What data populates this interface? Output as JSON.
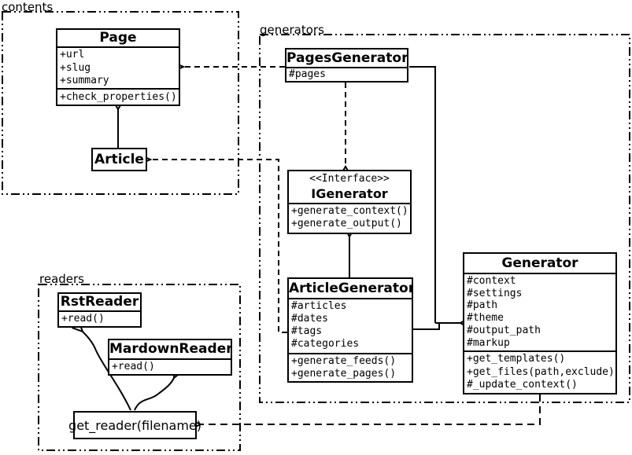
{
  "packages": {
    "contents": {
      "label": "contents"
    },
    "generators": {
      "label": "generators"
    },
    "readers": {
      "label": "readers"
    }
  },
  "classes": {
    "page": {
      "name": "Page",
      "attributes": [
        "+url",
        "+slug",
        "+summary"
      ],
      "methods": [
        "+check_properties()"
      ]
    },
    "article": {
      "name": "Article"
    },
    "pages_generator": {
      "name": "PagesGenerator",
      "attributes": [
        "#pages"
      ]
    },
    "igenerator": {
      "stereotype": "<<Interface>>",
      "name": "IGenerator",
      "methods": [
        "+generate_context()",
        "+generate_output()"
      ]
    },
    "article_generator": {
      "name": "ArticleGenerator",
      "attributes": [
        "#articles",
        "#dates",
        "#tags",
        "#categories"
      ],
      "methods": [
        "+generate_feeds()",
        "+generate_pages()"
      ]
    },
    "generator": {
      "name": "Generator",
      "attributes": [
        "#context",
        "#settings",
        "#path",
        "#theme",
        "#output_path",
        "#markup"
      ],
      "methods": [
        "+get_templates()",
        "+get_files(path,exclude)",
        "#_update_context()"
      ]
    },
    "rst_reader": {
      "name": "RstReader",
      "methods": [
        "+read()"
      ]
    },
    "mardown_reader": {
      "name": "MardownReader",
      "methods": [
        "+read()"
      ]
    },
    "get_reader": {
      "label": "get_reader(filename)"
    }
  },
  "relationships": [
    {
      "from": "Article",
      "to": "Page",
      "type": "inheritance"
    },
    {
      "from": "PagesGenerator",
      "to": "Page",
      "type": "dashed-dependency"
    },
    {
      "from": "PagesGenerator",
      "to": "IGenerator",
      "type": "dashed-realization"
    },
    {
      "from": "ArticleGenerator",
      "to": "IGenerator",
      "type": "inheritance"
    },
    {
      "from": "PagesGenerator",
      "to": "Generator",
      "type": "inheritance"
    },
    {
      "from": "ArticleGenerator",
      "to": "Generator",
      "type": "inheritance"
    },
    {
      "from": "ArticleGenerator",
      "to": "Article",
      "type": "dashed-dependency"
    },
    {
      "from": "Generator",
      "to": "get_reader(filename)",
      "type": "dashed-dependency"
    },
    {
      "from": "get_reader(filename)",
      "to": "RstReader",
      "type": "curved-arrow"
    },
    {
      "from": "get_reader(filename)",
      "to": "MardownReader",
      "type": "curved-arrow"
    }
  ],
  "colors": {
    "line": "#000000",
    "background": "#ffffff"
  }
}
